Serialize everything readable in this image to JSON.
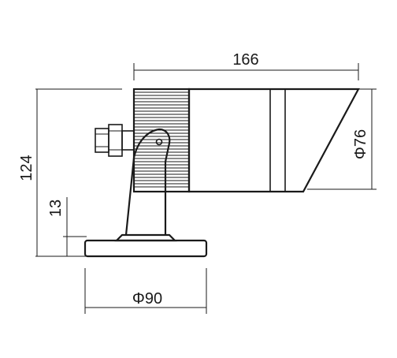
{
  "dimensions": {
    "length": "166",
    "height": "124",
    "base_height": "13",
    "lens_diameter": "Φ76",
    "base_diameter": "Φ90"
  }
}
